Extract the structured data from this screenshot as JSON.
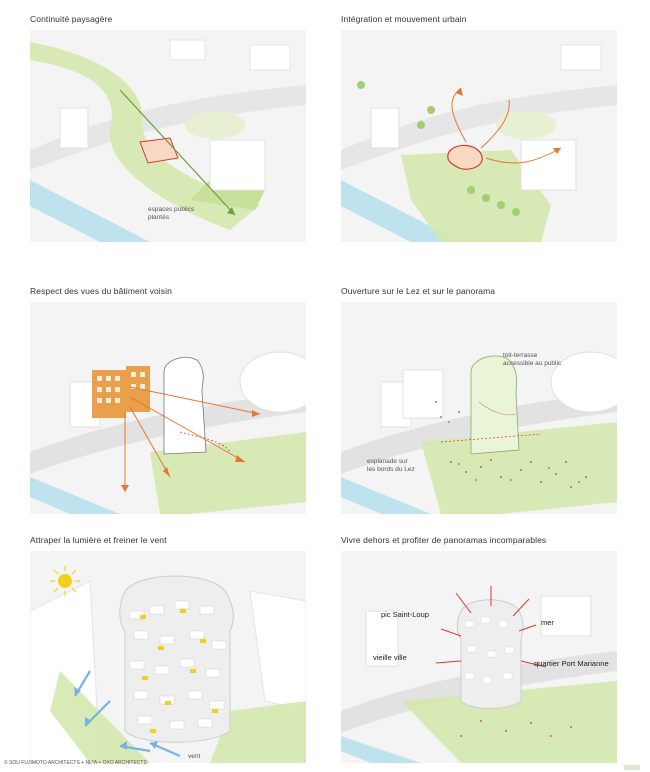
{
  "panels": [
    {
      "title": "Continuité paysagère",
      "labels": [
        "espaces publics",
        "plantés"
      ]
    },
    {
      "title": "Intégration et mouvement urbain",
      "labels": []
    },
    {
      "title": "Respect des vues du bâtiment voisin",
      "labels": []
    },
    {
      "title": "Ouverture sur le Lez et sur le panorama",
      "labels": [
        "toit-terrasse",
        "accessible au public",
        "esplanade sur",
        "les bords du Lez"
      ]
    },
    {
      "title": "Attraper la lumière et freiner le vent",
      "labels": [
        "vent"
      ]
    },
    {
      "title": "Vivre dehors et profiter de panoramas incomparables",
      "labels": [
        "pic Saint-Loup",
        "mer",
        "vieille ville",
        "quartier Port Marianne"
      ]
    }
  ],
  "credit": "© SOU FUJIMOTO ARCHITECTS + NL*A + OXO ARCHITECTS",
  "colors": {
    "green": "#cfe3a6",
    "river": "#bfe3ee",
    "orange": "#e8772e",
    "red": "#d9392b",
    "sun": "#f2cf1f",
    "wind": "#7ab3e0"
  }
}
